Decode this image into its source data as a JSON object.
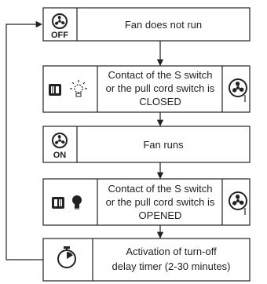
{
  "colors": {
    "border": "#222222",
    "text": "#222222",
    "background": "#ffffff"
  },
  "steps": [
    {
      "state_icons": [
        "fan-icon"
      ],
      "state_label": "OFF",
      "text_lines": [
        "Fan does not run"
      ]
    },
    {
      "state_icons": [
        "switch-icon",
        "light-on-icon"
      ],
      "text_lines": [
        "Contact of the S switch",
        "or the pull cord switch is",
        "CLOSED"
      ],
      "side_icon": "fan-pull-cord-icon"
    },
    {
      "state_icons": [
        "fan-icon"
      ],
      "state_label": "ON",
      "text_lines": [
        "Fan runs"
      ]
    },
    {
      "state_icons": [
        "switch-icon",
        "bulb-icon"
      ],
      "text_lines": [
        "Contact of the S switch",
        "or the pull cord switch is",
        "OPENED"
      ],
      "side_icon": "fan-pull-cord-icon"
    },
    {
      "state_icons": [
        "timer-icon"
      ],
      "text_lines": [
        "Activation of turn-off",
        "delay timer (2-30 minutes)"
      ]
    }
  ]
}
